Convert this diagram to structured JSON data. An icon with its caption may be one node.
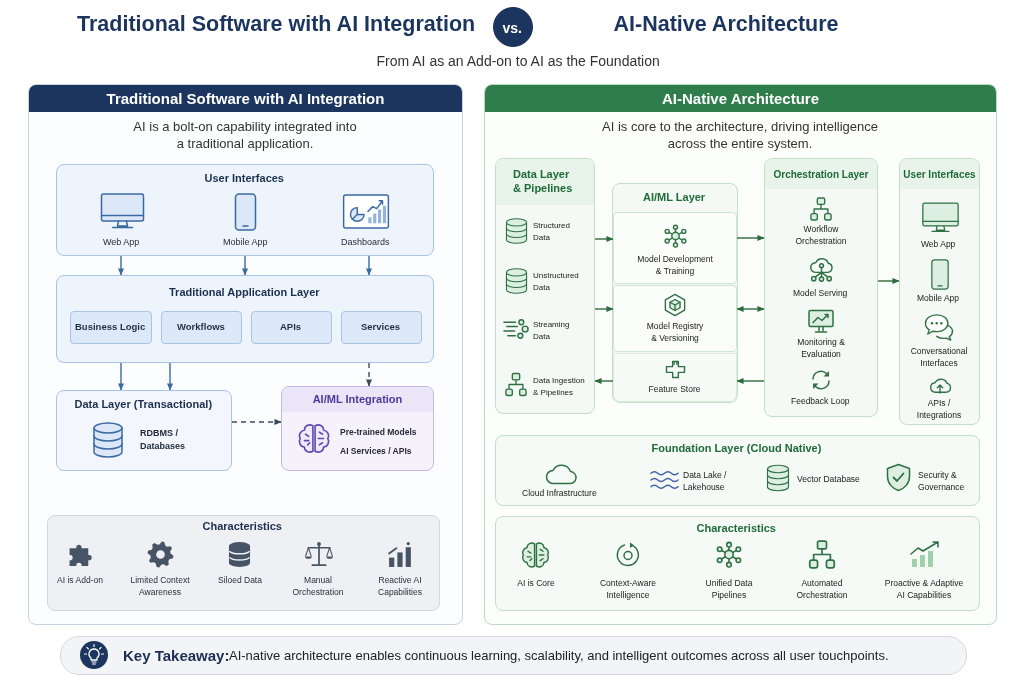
{
  "diagram": {
    "nodes": [
      {
        "text": [
          "vs."
        ]
      },
      {
        "text": [
          "Traditional Software with AI Integration",
          "AI is a bolt-on capability integrated into a traditional application."
        ]
      },
      {
        "text": [
          "User Interfaces",
          "Web App",
          "Mobile App",
          "Dashboards"
        ],
        "in": 1
      },
      {
        "text": [
          "Traditional Application Layer"
        ],
        "in": 1
      },
      {
        "text": [
          "Business Logic"
        ],
        "in": 3
      },
      {
        "text": [
          "Workflows"
        ],
        "in": 3
      },
      {
        "text": [
          "APIs"
        ],
        "in": 3
      },
      {
        "text": [
          "Services"
        ],
        "in": 3
      },
      {
        "text": [
          "Data Layer (Transactional)",
          "RDBMS / Databases"
        ],
        "in": 1
      },
      {
        "text": [
          "AI/ML Integration",
          "Pre-trained Models",
          "AI Services / APIs"
        ],
        "in": 1
      },
      {
        "text": [
          "Characteristics",
          "AI is Add-on",
          "Limited Context Awareness",
          "Siloed Data",
          "Manual Orchestration",
          "Reactive AI Capabilities"
        ],
        "in": 1
      },
      {
        "text": [
          "AI-Native Architecture",
          "AI is core to the architecture, driving intelligence across the entire system."
        ]
      },
      {
        "text": [
          "Data Layer & Pipelines",
          "Structured Data",
          "Unstructured Data",
          "Streaming Data",
          "Data Ingestion & Pipelines"
        ],
        "in": 11
      },
      {
        "text": [
          "AI/ML Layer"
        ],
        "in": 11
      },
      {
        "text": [
          "Model Development & Training"
        ],
        "in": 13
      },
      {
        "text": [
          "Model Registry & Versioning"
        ],
        "in": 13
      },
      {
        "text": [
          "Feature Store"
        ],
        "in": 13
      },
      {
        "text": [
          "Orchestration Layer",
          "Workflow Orchestration",
          "Model Serving",
          "Monitoring & Evaluation",
          "Feedback Loop"
        ],
        "in": 11
      },
      {
        "text": [
          "User Interfaces",
          "Web App",
          "Mobile App",
          "Conversational Interfaces",
          "APIs / Integrations"
        ],
        "in": 11
      },
      {
        "text": [
          "Foundation Layer (Cloud Native)",
          "Cloud Infrastructure",
          "Data Lake / Lakehouse",
          "Vector Database",
          "Security & Governance"
        ],
        "in": 11
      },
      {
        "text": [
          "Characteristics",
          "AI is Core",
          "Context-Aware Intelligence",
          "Unified Data Pipelines",
          "Automated Orchestration",
          "Proactive & Adaptive AI Capabilities"
        ],
        "in": 11
      },
      {
        "text": [
          "Key Takeaway:",
          "AI-native architecture enables continuous learning, scalability, and intelligent outcomes across all user touchpoints."
        ]
      }
    ],
    "edges": [
      {
        "from": 2,
        "to": 3,
        "arrow": "to",
        "color": "#3b6aa3"
      },
      {
        "from": 2,
        "to": 3,
        "arrow": "to",
        "color": "#3b6aa3"
      },
      {
        "from": 2,
        "to": 3,
        "arrow": "to",
        "color": "#3b6aa3"
      },
      {
        "from": 3,
        "to": 8,
        "arrow": "to",
        "color": "#3b6aa3"
      },
      {
        "from": 3,
        "to": 8,
        "arrow": "to",
        "color": "#3b6aa3"
      },
      {
        "from": 3,
        "to": 9,
        "arrow": "to",
        "style": "dashed",
        "color": "#3d4a5c"
      },
      {
        "from": 8,
        "to": 9,
        "arrow": "to",
        "style": "dashed",
        "color": "#3d4a5c"
      },
      {
        "from": 12,
        "to": 14,
        "arrow": "to"
      },
      {
        "from": 12,
        "to": 15,
        "arrow": "to"
      },
      {
        "from": 16,
        "to": 12,
        "arrow": "to"
      },
      {
        "from": 14,
        "to": 17,
        "arrow": "to"
      },
      {
        "from": 15,
        "to": 17,
        "arrow": "both"
      },
      {
        "from": 17,
        "to": 16,
        "arrow": "to"
      },
      {
        "from": 17,
        "to": 18,
        "arrow": "to"
      }
    ],
    "labels": [
      "Traditional Software with AI Integration",
      "AI-Native Architecture",
      "From AI as an Add-on to AI as the Foundation"
    ]
  }
}
